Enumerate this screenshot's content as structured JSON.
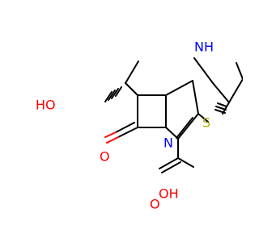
{
  "molecule": {
    "atoms": {
      "hydroxyl": "HO",
      "ketone_oxygen": "O",
      "ring_nitrogen": "N",
      "sulfur": "S",
      "pyrrolidine_nh": "NH",
      "acid_hydroxyl": "OH",
      "acid_oxygen": "O"
    },
    "colors": {
      "bond": "#000000",
      "oxygen": "#ff0000",
      "nitrogen": "#0000ff",
      "sulfur": "#b2b200",
      "background": "#ffffff"
    }
  }
}
